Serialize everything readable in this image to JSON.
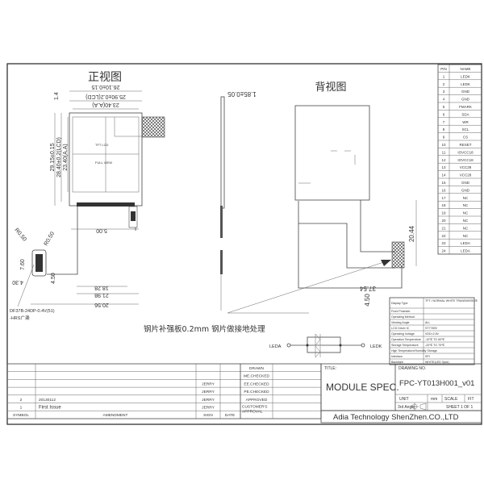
{
  "front_view": {
    "title": "正视图",
    "dim_width_outline": "26.10±0.15",
    "dim_width_lcd": "25.90±0.2(LCD)",
    "dim_width_aa": "23.40(A.A)",
    "dim_top_offset": "1.4",
    "dim_height_outline": "29.15±0.15",
    "dim_height_lcd": "28.40±0.2(LCD)",
    "dim_height_aa": "23.40(A.A)",
    "dim_fpc_5": "5.00",
    "dim_fpc_18": "18.28",
    "dim_fpc_21": "21.98",
    "dim_fpc_20": "20.56",
    "dim_r1": "R0.50",
    "dim_r2": "R0.50",
    "dim_conn_h": "7.60",
    "dim_conn_w": "4.30",
    "dim_conn_off": "4.50",
    "connector_note_1": "DF37B-24DP-0.4V(51)",
    "connector_note_2": "-HRS广濑"
  },
  "side_view": {
    "dim_thickness": "1.85±0.05"
  },
  "back_view": {
    "title": "背视图",
    "dim_tail": "20.44",
    "dim_total": "37.54",
    "dim_stiffener": "4.50"
  },
  "stiffener_note": "钢片补强板0.2mm 钢片做接地处理",
  "backlight_circuit": {
    "anode": "LEDA",
    "cathode": "LEDK"
  },
  "pin_table": {
    "headers": [
      "PIN",
      "NAME"
    ],
    "rows": [
      [
        "1",
        "LEDK"
      ],
      [
        "2",
        "LEDK"
      ],
      [
        "3",
        "GND"
      ],
      [
        "4",
        "GND"
      ],
      [
        "5",
        "FMARK"
      ],
      [
        "6",
        "SDA"
      ],
      [
        "7",
        "WR"
      ],
      [
        "8",
        "SCL"
      ],
      [
        "9",
        "CS"
      ],
      [
        "10",
        "RESET"
      ],
      [
        "11",
        "IOVCC18"
      ],
      [
        "12",
        "IOVCC18"
      ],
      [
        "13",
        "VCC28"
      ],
      [
        "14",
        "VCC28"
      ],
      [
        "15",
        "GND"
      ],
      [
        "16",
        "GND"
      ],
      [
        "17",
        "NC"
      ],
      [
        "18",
        "NC"
      ],
      [
        "19",
        "NC"
      ],
      [
        "20",
        "NC"
      ],
      [
        "21",
        "NC"
      ],
      [
        "22",
        "NC"
      ],
      [
        "23",
        "LEDA"
      ],
      [
        "24",
        "LEDA"
      ]
    ]
  },
  "spec_table": [
    [
      "Display Type",
      "TFT / NORMAL WHITE TRANSMISSIVE"
    ],
    [
      "Front Polarizer",
      ""
    ],
    [
      "Operating Method",
      ""
    ],
    [
      "Viewing Angle",
      "ALL"
    ],
    [
      "LCD Driver IC",
      "ST7789V"
    ],
    [
      "Operating Voltage",
      "VDD=2.8V"
    ],
    [
      "Operation Temperature",
      "-10℃ TO 60℃"
    ],
    [
      "Storage Temperature",
      "-20℃ TO 70℃"
    ],
    [
      "High Temperature/Humidity Storage",
      ""
    ],
    [
      "Interface",
      "SPI"
    ],
    [
      "Backlight",
      "WHITE(LED 3pcs)"
    ]
  ],
  "revision_table": {
    "rows": [
      [
        "",
        "",
        "",
        ""
      ],
      [
        "",
        "",
        "",
        ""
      ],
      [
        "",
        "",
        "JERRY",
        ""
      ],
      [
        "",
        "",
        "JERRY",
        ""
      ],
      [
        "2",
        "20130112",
        "JERRY",
        ""
      ],
      [
        "1",
        "First Issue",
        "JERRY",
        ""
      ]
    ],
    "headers": [
      "SYMBOL",
      "AMENDMENT",
      "SIGN",
      "DATE"
    ]
  },
  "approval": {
    "labels": [
      "DRAWN",
      "ME.CHECKED",
      "EE.CHECKED",
      "PE.CHECKED",
      "APPROVED"
    ],
    "customer": [
      "CUSTOMER'S",
      "APPROVAL"
    ]
  },
  "title_block": {
    "title_label": "TITLE:",
    "title": "MODULE SPEC.",
    "drawing_no_label": "DRAWING NO.",
    "drawing_no": "FPC-YT013H001_v01",
    "unit_label": "UNIT",
    "unit": "mm",
    "scale_label": "SCALE",
    "scale": "FIT",
    "projection": "3rd Angle",
    "sheet": "SHEET 1 OF 1",
    "company": "Adia Technology ShenZhen.CO.,LTD"
  }
}
